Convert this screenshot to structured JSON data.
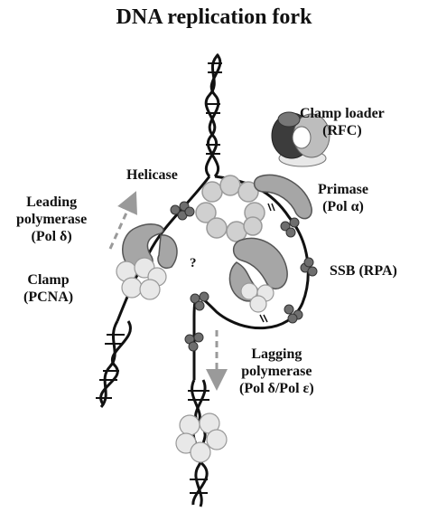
{
  "title": "DNA replication fork",
  "labels": {
    "clamp_loader": [
      "Clamp loader",
      "(RFC)"
    ],
    "helicase": "Helicase",
    "primase": [
      "Primase",
      "(Pol α)"
    ],
    "leading_polymerase": [
      "Leading",
      "polymerase",
      "(Pol δ)"
    ],
    "ssb": "SSB (RPA)",
    "clamp": [
      "Clamp",
      "(PCNA)"
    ],
    "lagging_polymerase": [
      "Lagging",
      "polymerase",
      "(Pol δ/Pol ε)"
    ],
    "question_mark": "?"
  },
  "colors": {
    "dna": "#111111",
    "polymerase": "#a6a6a6",
    "helicase": "#d0d0d0",
    "ssb": "#6e6e6e",
    "clamp": "#e8e8e8",
    "clamp_loader_dark": "#3c3c3c",
    "arrow": "#9a9a9a"
  }
}
